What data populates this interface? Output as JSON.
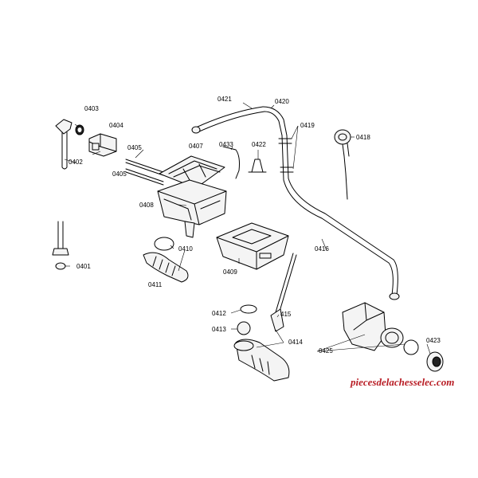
{
  "diagram": {
    "labels": [
      {
        "id": "l0403",
        "text": "0403"
      },
      {
        "id": "l0404",
        "text": "0404"
      },
      {
        "id": "l0402",
        "text": "0402"
      },
      {
        "id": "l0405a",
        "text": "0405"
      },
      {
        "id": "l0405b",
        "text": "0405"
      },
      {
        "id": "l0407",
        "text": "0407"
      },
      {
        "id": "l0408",
        "text": "0408"
      },
      {
        "id": "l0401",
        "text": "0401"
      },
      {
        "id": "l0410",
        "text": "0410"
      },
      {
        "id": "l0411",
        "text": "0411"
      },
      {
        "id": "l0409",
        "text": "0409"
      },
      {
        "id": "l0421",
        "text": "0421"
      },
      {
        "id": "l0420",
        "text": "0420"
      },
      {
        "id": "l0419",
        "text": "0419"
      },
      {
        "id": "l0433",
        "text": "0433"
      },
      {
        "id": "l0422",
        "text": "0422"
      },
      {
        "id": "l0418",
        "text": "0418"
      },
      {
        "id": "l0416",
        "text": "0416"
      },
      {
        "id": "l0412",
        "text": "0412"
      },
      {
        "id": "l415",
        "text": "415"
      },
      {
        "id": "l0413",
        "text": "0413"
      },
      {
        "id": "l0414",
        "text": "0414"
      },
      {
        "id": "l0425",
        "text": "0425"
      },
      {
        "id": "l0423",
        "text": "0423"
      }
    ],
    "watermark": "piecesdelachesselec.com",
    "colors": {
      "line": "#000000",
      "background": "#ffffff",
      "watermark": "#b81c24"
    }
  }
}
